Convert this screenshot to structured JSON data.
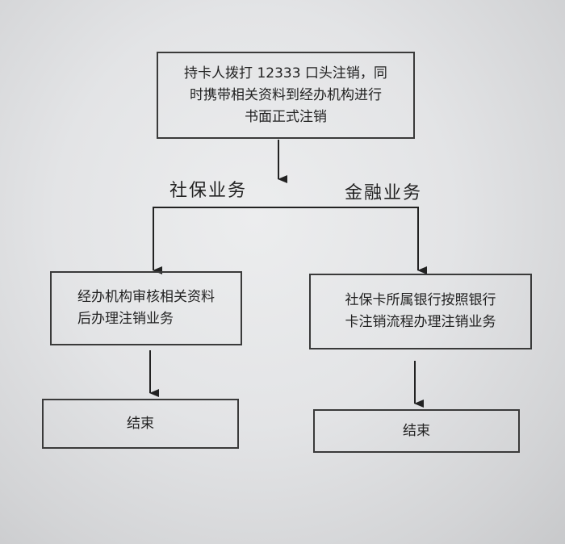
{
  "diagram": {
    "start_box": "持卡人拨打 12333 口头注销，同\n时携带相关资料到经办机构进行\n书面正式注销",
    "branch_left_label": "社保业务",
    "branch_right_label": "金融业务",
    "left_process": "经办机构审核相关资料\n后办理注销业务",
    "right_process": "社保卡所属银行按照银行\n卡注销流程办理注销业务",
    "left_end": "结束",
    "right_end": "结束"
  }
}
